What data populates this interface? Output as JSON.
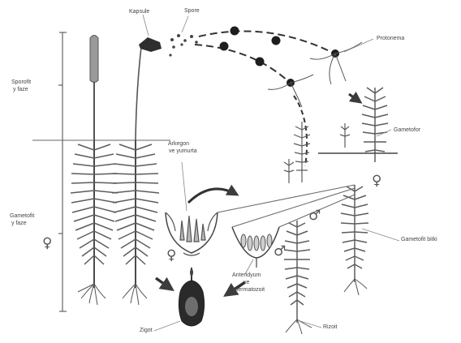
{
  "labels": {
    "capsule": "Kapsule",
    "spores": "Spore",
    "protonema": "Protonema",
    "gametophore": "Gametofor",
    "sporophyte_phase": "Sporofit",
    "sporophyte_phase_2": "y faze",
    "gametophyte_phase": "Gametofit",
    "gametophyte_phase_2": "y faze",
    "archegonium": "Arkegon",
    "archegonium_2": "ve yumurta",
    "antheridium": "Anteridyum",
    "antheridium_2": "ve",
    "antheridium_3": "spermatozoit",
    "gametophore_2": "Gametofit bitki",
    "embryo": "Zigot",
    "rhizoids": "Rizoit"
  },
  "symbols": {
    "female": "♀",
    "male": "♂"
  },
  "colors": {
    "stroke": "#4a4a4a",
    "plant": "#5c5c5c",
    "spore": "#1e1e1e",
    "capsule": "#2e2e2e",
    "gray_fill": "#9a9a9a",
    "light_gray": "#d2d2d2"
  }
}
